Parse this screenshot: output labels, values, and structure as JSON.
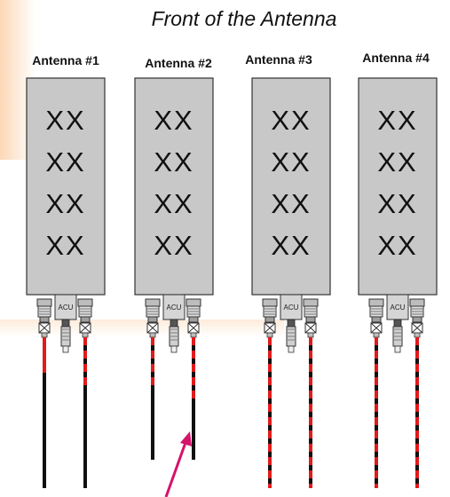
{
  "title": "Front of the Antenna",
  "antenna_label_prefix": "Antenna #",
  "antennas": [
    {
      "number": "1",
      "cable_left": "black-red-tip",
      "cable_right": "black-red-dashed-top",
      "cable_left_length": "long",
      "cable_right_length": "long"
    },
    {
      "number": "2",
      "cable_left": "black-red-dashed-top",
      "cable_right": "red-dashed-black-bottom",
      "cable_left_length": "medium",
      "cable_right_length": "medium"
    },
    {
      "number": "3",
      "cable_left": "red-dashed-full",
      "cable_right": "red-dashed-full",
      "cable_left_length": "long",
      "cable_right_length": "long"
    },
    {
      "number": "4",
      "cable_left": "red-dashed-full",
      "cable_right": "red-dashed-full",
      "cable_left_length": "long",
      "cable_right_length": "long"
    }
  ],
  "element_marks": [
    "XX",
    "XX",
    "XX",
    "XX"
  ],
  "acu_label": "ACU",
  "colors": {
    "panel_fill": "#c8c8c8",
    "panel_stroke": "#333333",
    "cable_black": "#111111",
    "cable_red": "#e11b1b",
    "arrow": "#d4146b",
    "background_tint": "#fde3cc"
  },
  "arrow": {
    "pointing_at": "antenna-2-right-cable"
  }
}
